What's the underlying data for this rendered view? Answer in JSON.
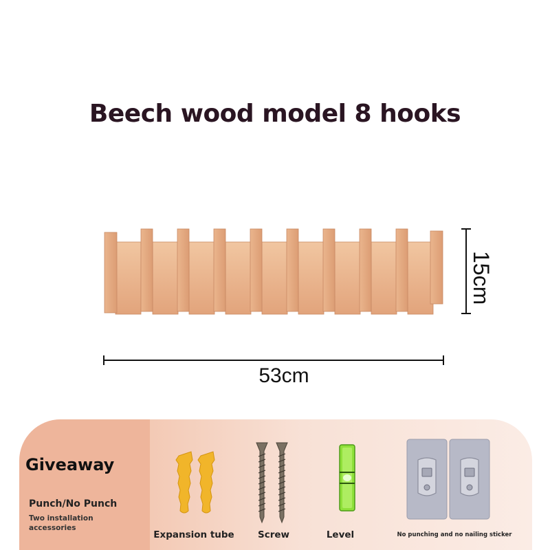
{
  "title": "Beech wood model 8 hooks",
  "dimensions": {
    "height": "15cm",
    "width": "53cm"
  },
  "giveaway": {
    "heading": "Giveaway",
    "subheading": "Punch/No Punch",
    "note": "Two installation accessories",
    "items": [
      {
        "label": "Expansion tube",
        "icon": "expansion-tube-icon"
      },
      {
        "label": "Screw",
        "icon": "screw-icon"
      },
      {
        "label": "Level",
        "icon": "level-icon"
      },
      {
        "label": "No punching and no nailing sticker",
        "icon": "sticker-icon"
      }
    ]
  },
  "colors": {
    "title": "#2a1522",
    "wood": "#e8b48e",
    "panel": "#f3c9b4"
  }
}
